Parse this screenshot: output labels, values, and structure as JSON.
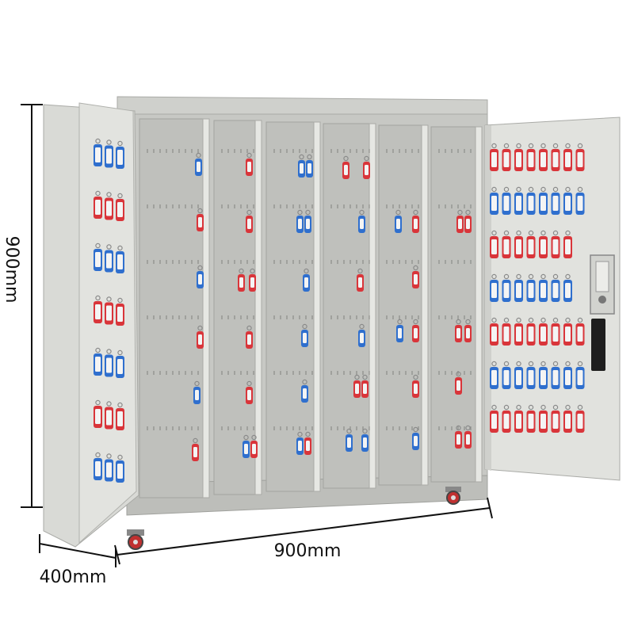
{
  "dimensions": {
    "height_label": "900mm",
    "width_label": "900mm",
    "depth_label": "400mm"
  },
  "colors": {
    "cabinet_body": "#d6d7d3",
    "cabinet_shadow": "#b9bab6",
    "panel_face": "#bfc0bc",
    "panel_edge": "#e6e7e3",
    "door_face": "#e1e2de",
    "tag_blue": "#2f6fce",
    "tag_red": "#d9353a",
    "hook": "#8a8a8a",
    "dimension_line": "#111111",
    "caster_red": "#c03030"
  },
  "tag_pattern": {
    "left_door": [
      "blue",
      "red",
      "blue",
      "red",
      "blue",
      "red",
      "blue"
    ],
    "right_door": [
      "red",
      "blue",
      "red",
      "blue",
      "red",
      "blue",
      "red"
    ]
  }
}
